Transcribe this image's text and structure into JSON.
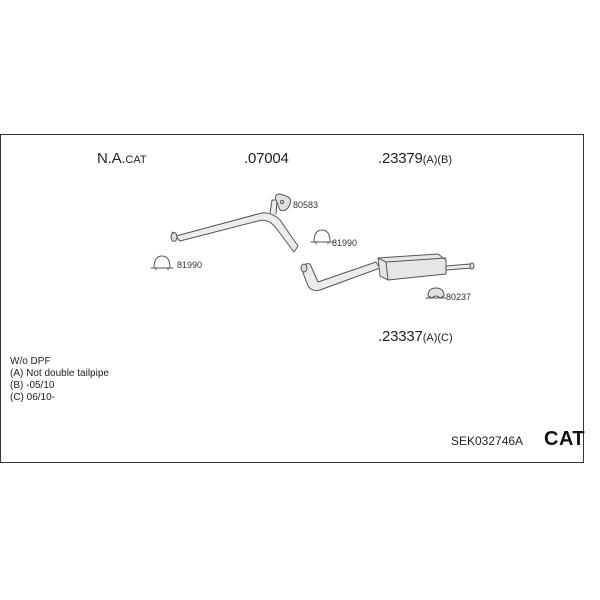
{
  "labels": {
    "na_cat_main": "N.A.",
    "na_cat_suffix": "CAT",
    "part_07004": ".07004",
    "part_23379": ".23379",
    "part_23379_suffix": "(A)(B)",
    "part_23337": ".23337",
    "part_23337_suffix": "(A)(C)",
    "clamp_80583": "80583",
    "clamp_81990_a": "81990",
    "clamp_81990_b": "81990",
    "clamp_80237": "80237"
  },
  "notes": [
    "W/o DPF",
    "(A) Not double tailpipe",
    "(B) -05/10",
    "(C) 06/10-"
  ],
  "kit_number": "SEK032746A",
  "category": "CAT",
  "colors": {
    "line": "#555555",
    "pipe_fill": "#e9e9e9",
    "frame": "#333333"
  }
}
